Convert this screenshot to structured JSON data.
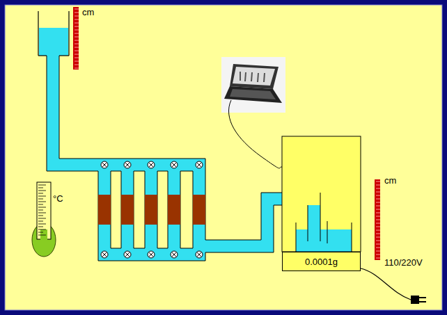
{
  "diagram": {
    "nodes": [
      {
        "text": [
          "0.0001g"
        ]
      }
    ],
    "labels": [
      "cm",
      "°C",
      "cm",
      "110/220V"
    ]
  }
}
